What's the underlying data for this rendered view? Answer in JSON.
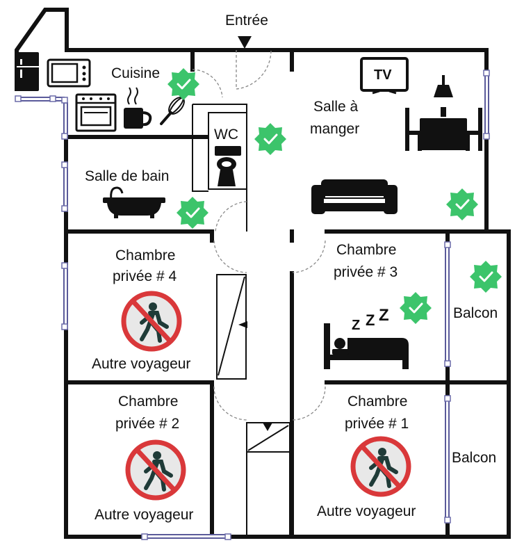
{
  "entrance": {
    "label": "Entrée"
  },
  "rooms": {
    "kitchen": {
      "label": "Cuisine"
    },
    "wc": {
      "label": "WC"
    },
    "bathroom": {
      "label": "Salle de bain"
    },
    "dining": {
      "label_line1": "Salle à",
      "label_line2": "manger"
    },
    "room4": {
      "label_line1": "Chambre",
      "label_line2": "privée # 4",
      "status": "Autre voyageur"
    },
    "room3": {
      "label_line1": "Chambre",
      "label_line2": "privée # 3"
    },
    "room2": {
      "label_line1": "Chambre",
      "label_line2": "privée # 2",
      "status": "Autre voyageur"
    },
    "room1": {
      "label_line1": "Chambre",
      "label_line2": "privée # 1",
      "status": "Autre voyageur"
    },
    "balcony_top": {
      "label": "Balcon"
    },
    "balcony_bottom": {
      "label": "Balcon"
    }
  },
  "icons": {
    "tv_label": "TV",
    "sleep_text": [
      "Z",
      "Z",
      "Z"
    ]
  },
  "colors": {
    "check_badge": "#3cc46b",
    "no_entry": "#d9383a",
    "wall": "#111111",
    "window": "#5a5a9a"
  }
}
